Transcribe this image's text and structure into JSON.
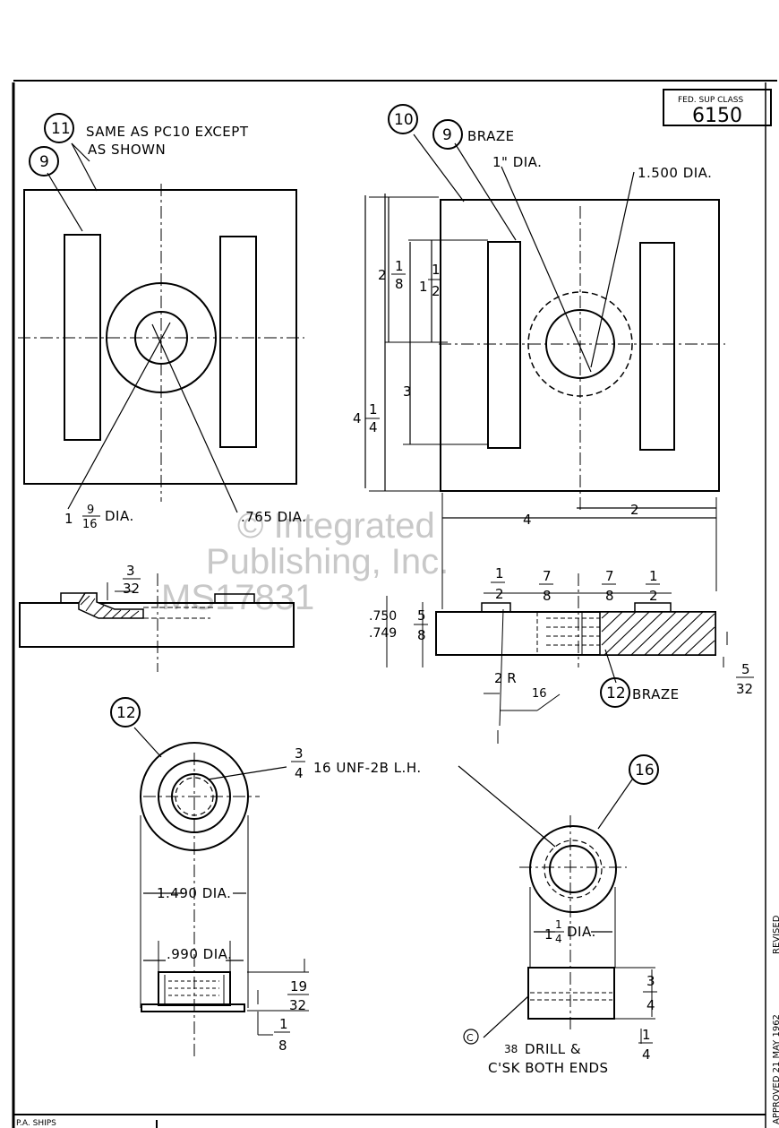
{
  "title_block": {
    "fed_sup_class_label": "FED. SUP CLASS",
    "fed_sup_class_value": "6150",
    "bottom_left": "P.A. SHIPS",
    "approved": "APPROVED 21 MAY 1962",
    "revised": "REVISED"
  },
  "watermark": {
    "line1": "© Integrated",
    "line2": "Publishing, Inc.",
    "line3": "MS17831"
  },
  "callouts": {
    "pc11": "11",
    "pc11_note_1": "SAME AS PC10 EXCEPT",
    "pc11_note_2": "AS SHOWN",
    "pc9_left": "9",
    "pc10": "10",
    "pc9_right": "9",
    "braze": "BRAZE",
    "pc12_top": "12",
    "pc12_bottom": "12",
    "pc16": "16",
    "drill_note_mark": "C"
  },
  "dims": {
    "one_inch_dia": "1\" DIA.",
    "dia_1500": "1.500 DIA.",
    "dia_765": ".765 DIA.",
    "dia_label": "DIA.",
    "whole_1": "1",
    "num_9": "9",
    "den_16": "16",
    "whole_2": "2",
    "num_1": "1",
    "den_8": "8",
    "den_2": "2",
    "three": "3",
    "whole_4": "4",
    "den_4": "4",
    "two": "2",
    "four": "4",
    "num_3": "3",
    "den_32": "32",
    "num_7": "7",
    "num_5": "5",
    "v750": ".750",
    "v749": ".749",
    "radius": "2 R",
    "sixteen": "16",
    "thread": "16 UNF-2B L.H.",
    "dia_1490": "1.490 DIA.",
    "dia_990": ".990 DIA.",
    "num_19": "19",
    "dia_114": "DIA.",
    "drill_1": "DRILL &",
    "drill_2": "C'SK BOTH ENDS",
    "drill_size": "38"
  }
}
